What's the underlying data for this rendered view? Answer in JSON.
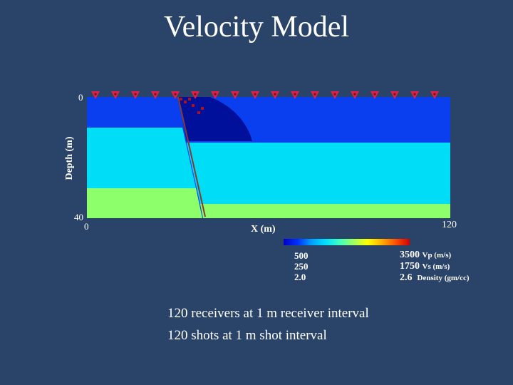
{
  "title": "Velocity Model",
  "axes": {
    "ylabel": "Depth (m)",
    "xlabel": "X (m)",
    "y_top_tick": "0",
    "y_bottom_tick": "40",
    "x_left_tick": "0",
    "x_right_tick": "120"
  },
  "colorbar": {
    "min_values": [
      "500",
      "250",
      "2.0"
    ],
    "max_values": [
      "3500",
      "1750",
      "2.6"
    ],
    "units": [
      "Vp (m/s)",
      "Vs (m/s)",
      "Density (gm/cc)"
    ]
  },
  "notes": [
    "120 receivers at 1 m receiver interval",
    "120 shots at 1 m shot interval"
  ],
  "colors": {
    "background": "#2a4368",
    "layer_top": "#0a3ff0",
    "layer_middle": "#00ddf7",
    "layer_bottom": "#8cff6a",
    "low_velocity_lens": "#00109a",
    "fault": "#8a3a2a",
    "receiver_marker": "#e0204a",
    "shot_marker": "#b01020"
  },
  "receiver_count_shown": 18
}
